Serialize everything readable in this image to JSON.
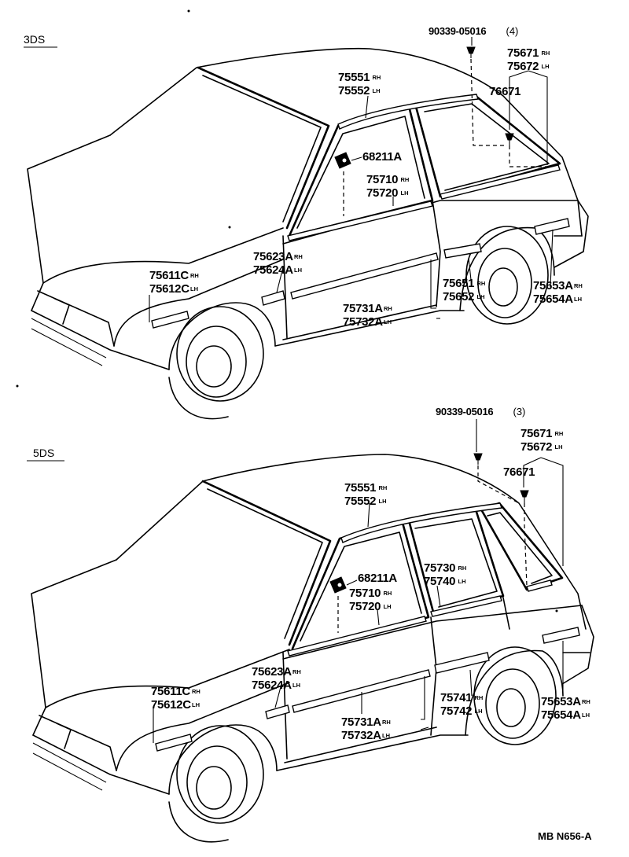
{
  "diagram_code": "MB N656-A",
  "sections": [
    {
      "id": "3ds",
      "label": "3DS",
      "callouts": [
        {
          "id": "clip",
          "lines": [
            {
              "num": "90339-05016",
              "suffix": "",
              "qty": "(4)"
            }
          ]
        },
        {
          "id": "quarter-moulding",
          "lines": [
            {
              "num": "75671",
              "suffix": "RH"
            },
            {
              "num": "75672",
              "suffix": "LH"
            }
          ]
        },
        {
          "id": "roof-drip",
          "lines": [
            {
              "num": "75551",
              "suffix": "RH"
            },
            {
              "num": "75552",
              "suffix": "LH"
            }
          ]
        },
        {
          "id": "bracket",
          "lines": [
            {
              "num": "76671",
              "suffix": ""
            }
          ]
        },
        {
          "id": "mirror",
          "lines": [
            {
              "num": "68211A",
              "suffix": ""
            }
          ]
        },
        {
          "id": "belt-moulding",
          "lines": [
            {
              "num": "75710",
              "suffix": "RH"
            },
            {
              "num": "75720",
              "suffix": "LH"
            }
          ]
        },
        {
          "id": "front-door-lower",
          "lines": [
            {
              "num": "75623A",
              "suffix": "RH"
            },
            {
              "num": "75624A",
              "suffix": "LH"
            }
          ]
        },
        {
          "id": "fender-moulding",
          "lines": [
            {
              "num": "75611C",
              "suffix": "RH"
            },
            {
              "num": "75612C",
              "suffix": "LH"
            }
          ]
        },
        {
          "id": "door-moulding",
          "lines": [
            {
              "num": "75731A",
              "suffix": "RH"
            },
            {
              "num": "75732A",
              "suffix": "LH"
            }
          ]
        },
        {
          "id": "quarter-panel-moulding",
          "lines": [
            {
              "num": "75651",
              "suffix": "RH"
            },
            {
              "num": "75652",
              "suffix": "LH"
            }
          ]
        },
        {
          "id": "rear-quarter-moulding",
          "lines": [
            {
              "num": "75653A",
              "suffix": "RH"
            },
            {
              "num": "75654A",
              "suffix": "LH"
            }
          ]
        }
      ]
    },
    {
      "id": "5ds",
      "label": "5DS",
      "callouts": [
        {
          "id": "clip",
          "lines": [
            {
              "num": "90339-05016",
              "suffix": "",
              "qty": "(3)"
            }
          ]
        },
        {
          "id": "quarter-moulding",
          "lines": [
            {
              "num": "75671",
              "suffix": "RH"
            },
            {
              "num": "75672",
              "suffix": "LH"
            }
          ]
        },
        {
          "id": "roof-drip",
          "lines": [
            {
              "num": "75551",
              "suffix": "RH"
            },
            {
              "num": "75552",
              "suffix": "LH"
            }
          ]
        },
        {
          "id": "bracket",
          "lines": [
            {
              "num": "76671",
              "suffix": ""
            }
          ]
        },
        {
          "id": "mirror",
          "lines": [
            {
              "num": "68211A",
              "suffix": ""
            }
          ]
        },
        {
          "id": "rear-belt-moulding",
          "lines": [
            {
              "num": "75730",
              "suffix": "RH"
            },
            {
              "num": "75740",
              "suffix": "LH"
            }
          ]
        },
        {
          "id": "belt-moulding",
          "lines": [
            {
              "num": "75710",
              "suffix": "RH"
            },
            {
              "num": "75720",
              "suffix": "LH"
            }
          ]
        },
        {
          "id": "front-door-lower",
          "lines": [
            {
              "num": "75623A",
              "suffix": "RH"
            },
            {
              "num": "75624A",
              "suffix": "LH"
            }
          ]
        },
        {
          "id": "fender-moulding",
          "lines": [
            {
              "num": "75611C",
              "suffix": "RH"
            },
            {
              "num": "75612C",
              "suffix": "LH"
            }
          ]
        },
        {
          "id": "front-door-moulding",
          "lines": [
            {
              "num": "75731A",
              "suffix": "RH"
            },
            {
              "num": "75732A",
              "suffix": "LH"
            }
          ]
        },
        {
          "id": "rear-door-moulding",
          "lines": [
            {
              "num": "75741",
              "suffix": "RH"
            },
            {
              "num": "75742",
              "suffix": "LH"
            }
          ]
        },
        {
          "id": "rear-quarter-moulding",
          "lines": [
            {
              "num": "75653A",
              "suffix": "RH"
            },
            {
              "num": "75654A",
              "suffix": "LH"
            }
          ]
        }
      ]
    }
  ]
}
